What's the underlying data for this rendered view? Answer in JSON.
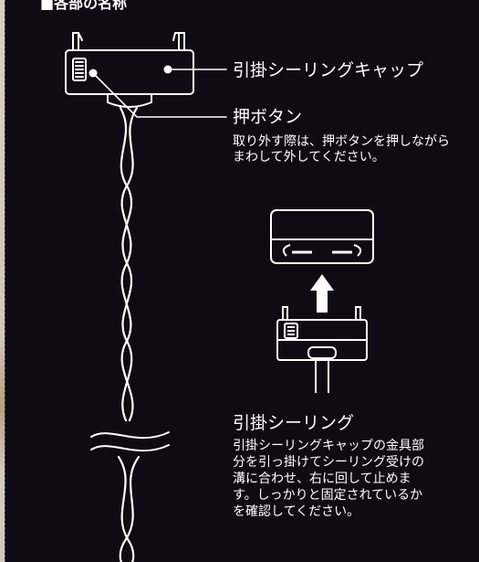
{
  "heading_partial": "■各部の名称",
  "labels": {
    "cap": "引掛シーリングキャップ",
    "button": "押ボタン",
    "button_note": "取り外す際は、押ボタンを押しながらまわして外してください。",
    "ring": "引掛シーリング",
    "ring_note": "引掛シーリングキャップの金具部分を引っ掛けてシーリング受けの溝に合わせ、右に回して止めます。しっかりと固定されているかを確認してください。"
  },
  "colors": {
    "background": "#0e0b14",
    "line": "#ffffff"
  },
  "icons": [
    "up-arrow-icon"
  ]
}
